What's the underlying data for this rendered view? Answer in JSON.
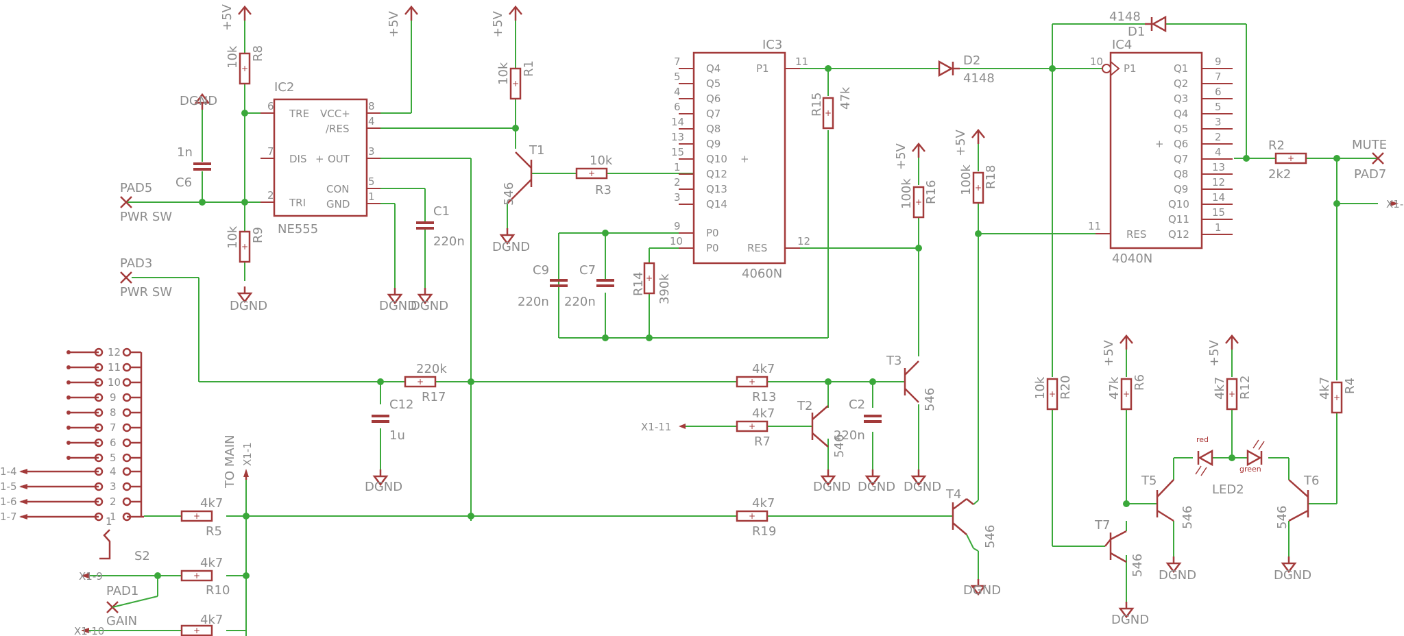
{
  "colors": {
    "wire": "#3aa83a",
    "part": "#a33a3a",
    "text": "#8c8c8c",
    "junction": "#3aa83a"
  },
  "labels": {
    "plus5v": "+5V",
    "dgnd": "DGND",
    "pwr_sw": "PWR SW",
    "to_main": "TO MAIN",
    "gain": "GAIN",
    "mute": "MUTE"
  },
  "pads": {
    "pad5": "PAD5",
    "pad3": "PAD3",
    "pad1": "PAD1",
    "pad7": "PAD7"
  },
  "ic2": {
    "name": "IC2",
    "value": "NE555",
    "pins": {
      "tre": "TRE",
      "dis": "DIS",
      "tri": "TRI",
      "vcc": "VCC+",
      "res": "/RES",
      "out": "OUT",
      "con": "CON",
      "gnd": "GND"
    },
    "pin_numbers": {
      "p6": "6",
      "p7": "7",
      "p2": "2",
      "p8": "8",
      "p4": "4",
      "p3": "3",
      "p5": "5",
      "p1": "1"
    }
  },
  "ic3": {
    "name": "IC3",
    "value": "4060N",
    "left_pins": [
      "Q4",
      "Q5",
      "Q6",
      "Q7",
      "Q8",
      "Q9",
      "Q10",
      "Q12",
      "Q13",
      "Q14"
    ],
    "left_numbers": [
      "7",
      "5",
      "4",
      "6",
      "14",
      "13",
      "15",
      "1",
      "2",
      "3"
    ],
    "p1": "P1",
    "p1_num": "11",
    "p0a": "P0",
    "p0a_num": "9",
    "p0b": "P0",
    "p0b_num": "10",
    "res": "RES",
    "res_num": "12"
  },
  "ic4": {
    "name": "IC4",
    "value": "4040N",
    "p1": "P1",
    "p1_num": "10",
    "res": "RES",
    "res_num": "11",
    "right_pins": [
      "Q1",
      "Q2",
      "Q3",
      "Q4",
      "Q5",
      "Q6",
      "Q7",
      "Q8",
      "Q9",
      "Q10",
      "Q11",
      "Q12"
    ],
    "right_numbers": [
      "9",
      "7",
      "6",
      "5",
      "3",
      "2",
      "4",
      "13",
      "12",
      "14",
      "15",
      "1"
    ]
  },
  "resistors": {
    "r8": {
      "name": "R8",
      "value": "10k"
    },
    "r9": {
      "name": "R9",
      "value": "10k"
    },
    "r1": {
      "name": "R1",
      "value": "10k"
    },
    "r3": {
      "name": "R3",
      "value": "10k"
    },
    "r15": {
      "name": "R15",
      "value": "47k"
    },
    "r14": {
      "name": "R14",
      "value": "390k"
    },
    "r16": {
      "name": "R16",
      "value": "100k"
    },
    "r18": {
      "name": "R18",
      "value": "100k"
    },
    "r2": {
      "name": "R2",
      "value": "2k2"
    },
    "r17": {
      "name": "R17",
      "value": "220k"
    },
    "r13": {
      "name": "R13",
      "value": "4k7"
    },
    "r7": {
      "name": "R7",
      "value": "4k7"
    },
    "r19": {
      "name": "R19",
      "value": "4k7"
    },
    "r5": {
      "name": "R5",
      "value": "4k7"
    },
    "r10": {
      "name": "R10",
      "value": "4k7"
    },
    "r11": {
      "value": "4k7"
    },
    "r20": {
      "name": "R20",
      "value": "10k"
    },
    "r6": {
      "name": "R6",
      "value": "47k"
    },
    "r12": {
      "name": "R12",
      "value": "4k7"
    },
    "r4": {
      "name": "R4",
      "value": "4k7"
    }
  },
  "capacitors": {
    "c6": {
      "name": "C6",
      "value": "1n"
    },
    "c1": {
      "name": "C1",
      "value": "220n"
    },
    "c9": {
      "name": "C9",
      "value": "220n"
    },
    "c7": {
      "name": "C7",
      "value": "220n"
    },
    "c12": {
      "name": "C12",
      "value": "1u"
    },
    "c2": {
      "name": "C2",
      "value": "220n"
    }
  },
  "transistors": {
    "t1": {
      "name": "T1",
      "value": "546"
    },
    "t2": {
      "name": "T2",
      "value": "546"
    },
    "t3": {
      "name": "T3",
      "value": "546"
    },
    "t4": {
      "name": "T4",
      "value": "546"
    },
    "t5": {
      "name": "T5",
      "value": "546"
    },
    "t6": {
      "name": "T6",
      "value": "546"
    },
    "t7": {
      "name": "T7",
      "value": "546"
    }
  },
  "diodes": {
    "d1": {
      "name": "D1",
      "value": "4148"
    },
    "d2": {
      "name": "D2",
      "value": "4148"
    }
  },
  "led": {
    "name": "LED2",
    "red": "red",
    "green": "green"
  },
  "switch": {
    "name": "S2",
    "positions": [
      "12",
      "11",
      "10",
      "9",
      "8",
      "7",
      "6",
      "5",
      "4",
      "3",
      "2",
      "1"
    ],
    "common": "1"
  },
  "connector": {
    "x1_1": "X1-1",
    "x1_11": "X1-11",
    "x1_9": "X1-9",
    "x1_10": "X1-10",
    "x1_4": "1-4",
    "x1_5": "1-5",
    "x1_6": "1-6",
    "x1_7": "1-7",
    "x1_edge": "X1-"
  }
}
